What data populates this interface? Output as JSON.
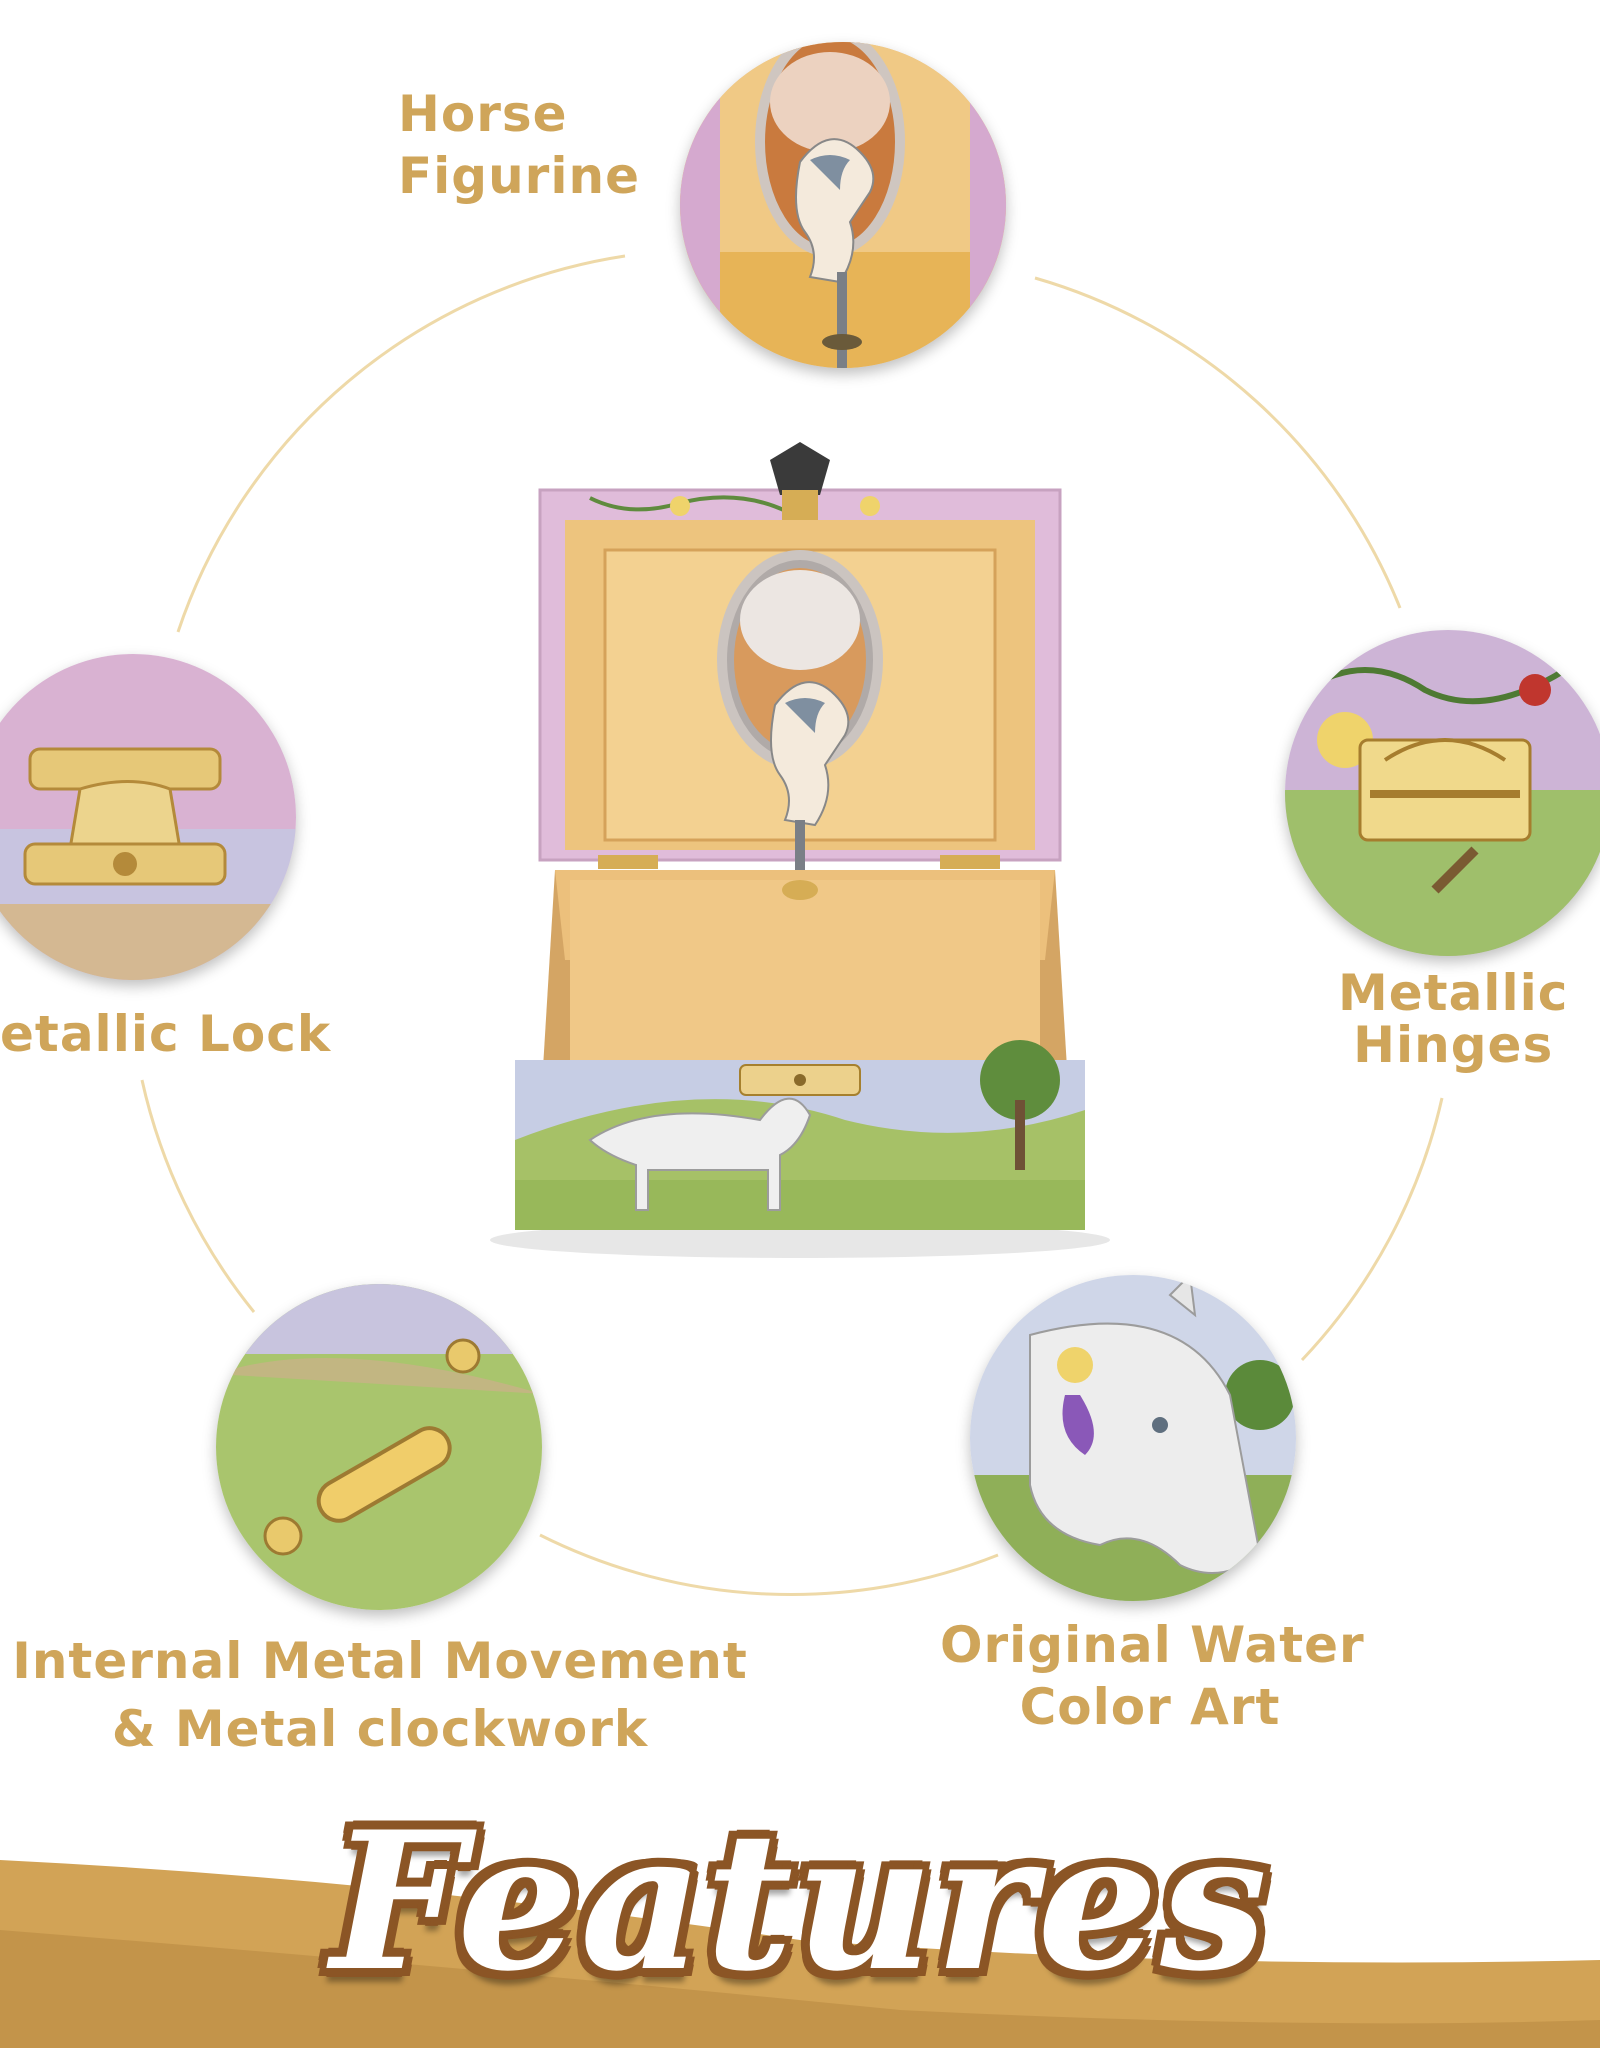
{
  "features": [
    {
      "id": "horse-figurine",
      "lines": [
        "Horse",
        "Figurine"
      ]
    },
    {
      "id": "metallic-lock",
      "lines": [
        "etallic Lock"
      ]
    },
    {
      "id": "metallic-hinges",
      "lines": [
        "Metallic",
        "Hinges"
      ]
    },
    {
      "id": "metal-movement",
      "lines": [
        "Internal Metal Movement",
        "& Metal clockwork"
      ]
    },
    {
      "id": "water-color-art",
      "lines": [
        "Original Water",
        "Color Art"
      ]
    }
  ],
  "banner": {
    "title": "Features"
  },
  "colors": {
    "gold_text": "#cfa55a",
    "ring_line": "#eed9a8",
    "banner_gold": "#d2a356",
    "title_outline": "#8b5525"
  },
  "icons": [
    "horse-figurine-photo",
    "metallic-lock-photo",
    "metallic-hinges-photo",
    "metal-movement-photo",
    "water-color-art-photo",
    "music-box-product-photo"
  ]
}
